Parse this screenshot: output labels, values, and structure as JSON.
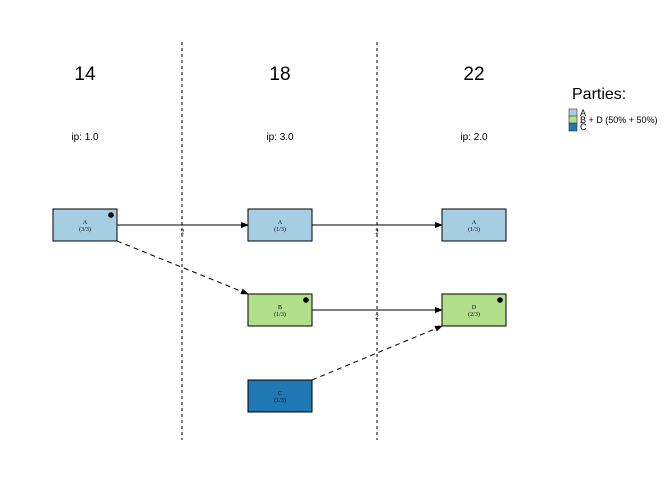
{
  "periods": [
    {
      "number": "14",
      "ip": "ip: 1.0"
    },
    {
      "number": "18",
      "ip": "ip: 3.0"
    },
    {
      "number": "22",
      "ip": "ip: 2.0"
    }
  ],
  "nodes": [
    {
      "name": "A",
      "frac": "(3/3)",
      "fill": "#a6cee3",
      "dot": true
    },
    {
      "name": "A",
      "frac": "(1/3)",
      "fill": "#a6cee3",
      "dot": false
    },
    {
      "name": "B",
      "frac": "(1/3)",
      "fill": "#b2df8a",
      "dot": true
    },
    {
      "name": "C",
      "frac": "(1/3)",
      "fill": "#1f78b4",
      "dot": false
    },
    {
      "name": "A",
      "frac": "(1/3)",
      "fill": "#a6cee3",
      "dot": false
    },
    {
      "name": "D",
      "frac": "(2/3)",
      "fill": "#b2df8a",
      "dot": true
    }
  ],
  "edges": [
    {
      "from": 0,
      "to": 1,
      "style": "solid",
      "label": "2"
    },
    {
      "from": 0,
      "to": 2,
      "style": "dashed",
      "label": ""
    },
    {
      "from": 1,
      "to": 4,
      "style": "solid",
      "label": "2"
    },
    {
      "from": 2,
      "to": 5,
      "style": "solid",
      "label": "2"
    },
    {
      "from": 3,
      "to": 5,
      "style": "dashed",
      "label": ""
    }
  ],
  "legend": {
    "title": "Parties:",
    "items": [
      {
        "label": "A",
        "color": "#a6cee3"
      },
      {
        "label": "B + D (50% + 50%)",
        "color": "#b2df8a"
      },
      {
        "label": "C",
        "color": "#1f78b4"
      }
    ]
  }
}
